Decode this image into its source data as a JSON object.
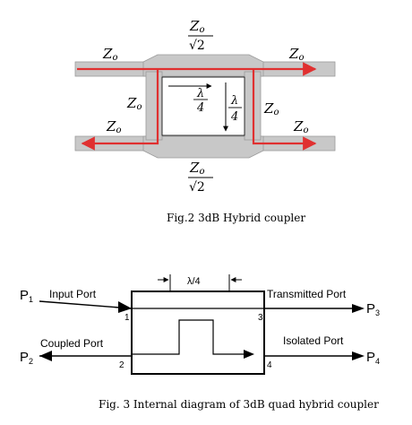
{
  "fig2": {
    "caption": "Fig.2 3dB Hybrid coupler",
    "label_z": "Z",
    "label_z_sub": "o",
    "label_sqrt2": "√2",
    "label_lambda": "λ",
    "label_four": "4"
  },
  "fig3": {
    "caption": "Fig. 3 Internal diagram of 3dB quad hybrid coupler",
    "quarter_wave": "λ/4",
    "p1": "P",
    "p1_sub": "1",
    "p2": "P",
    "p2_sub": "2",
    "p3": "P",
    "p3_sub": "3",
    "p4": "P",
    "p4_sub": "4",
    "input_port": "Input Port",
    "coupled_port": "Coupled Port",
    "transmitted_port": "Transmitted Port",
    "isolated_port": "Isolated Port",
    "num1": "1",
    "num2": "2",
    "num3": "3",
    "num4": "4"
  },
  "colors": {
    "microstrip": "#c8c8c8",
    "signal_path": "#e03030",
    "line": "#000000"
  }
}
